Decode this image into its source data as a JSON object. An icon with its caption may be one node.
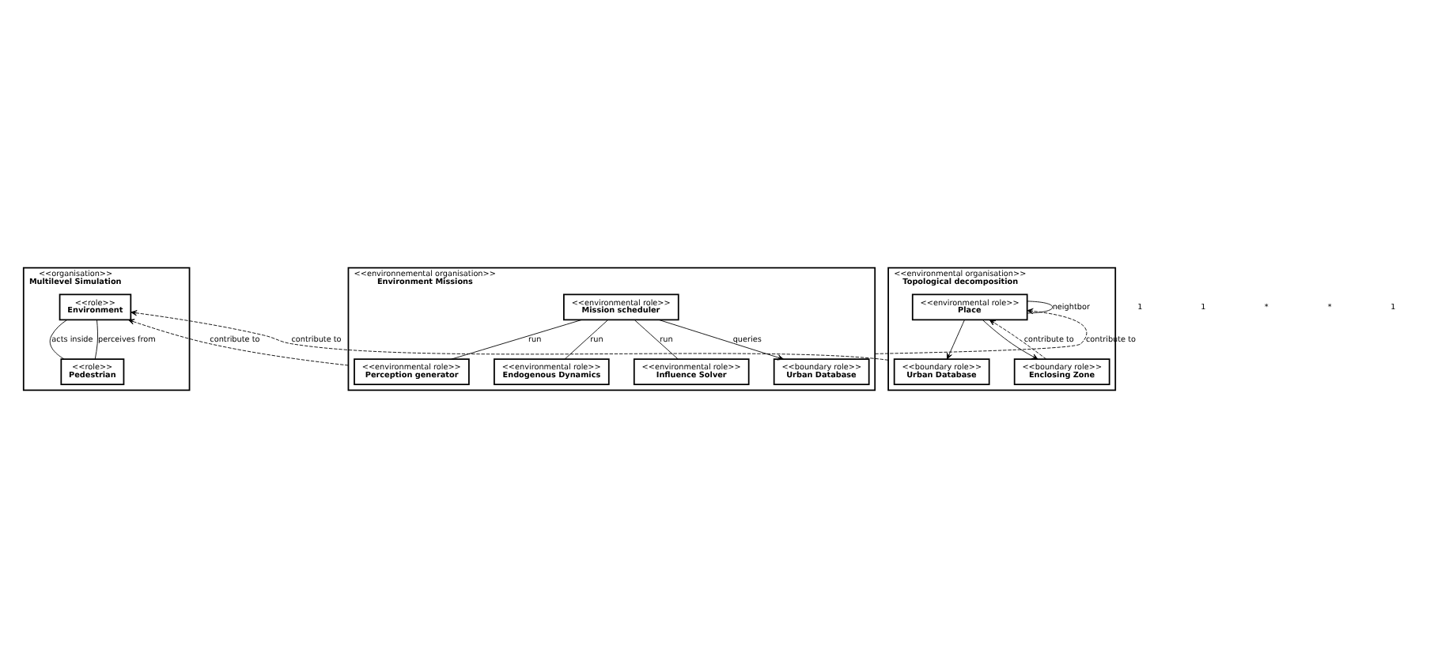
{
  "diagram": {
    "nodes": [
      {
        "text": [
          "<<organisation>>",
          "Multilevel Simulation"
        ]
      },
      {
        "text": [
          "<<role>>",
          "Environment"
        ],
        "in": 0
      },
      {
        "text": [
          "<<role>>",
          "Pedestrian"
        ],
        "in": 0
      },
      {
        "text": [
          "<<environnemental organisation>>",
          "Environment Missions"
        ]
      },
      {
        "text": [
          "<<environmental role>>",
          "Perception generator"
        ],
        "in": 3
      },
      {
        "text": [
          "<<environmental role>>",
          "Endogenous Dynamics"
        ],
        "in": 3
      },
      {
        "text": [
          "<<environmental role>>",
          "Mission scheduler"
        ],
        "in": 3
      },
      {
        "text": [
          "<<environmental role>>",
          "Influence Solver"
        ],
        "in": 3
      },
      {
        "text": [
          "<<boundary role>>",
          "Urban Database"
        ],
        "in": 3
      },
      {
        "text": [
          "<<environmental organisation>>",
          "Topological decomposition"
        ]
      },
      {
        "text": [
          "<<boundary role>>",
          "Urban Database"
        ],
        "in": 9
      },
      {
        "text": [
          "<<environmental role>>",
          "Place"
        ],
        "in": 9
      },
      {
        "text": [
          "<<boundary role>>",
          "Enclosing Zone"
        ],
        "in": 9
      }
    ],
    "edges": [
      {
        "from": 1,
        "to": 2,
        "arrow": "none",
        "label": "acts inside"
      },
      {
        "from": 1,
        "to": 2,
        "arrow": "none",
        "label": "perceives from"
      },
      {
        "from": 6,
        "to": 4,
        "arrow": "none",
        "label": "run"
      },
      {
        "from": 6,
        "to": 5,
        "arrow": "none",
        "label": "run"
      },
      {
        "from": 6,
        "to": 7,
        "arrow": "none",
        "label": "run"
      },
      {
        "from": 6,
        "to": 8,
        "arrow": "to",
        "label": "queries"
      },
      {
        "from": 11,
        "to": 10,
        "arrow": "to"
      },
      {
        "from": 11,
        "to": 12,
        "arrow": "to"
      },
      {
        "from": 11,
        "to": 11,
        "arrow": "none",
        "label": "neightbor"
      },
      {
        "from": 9,
        "to": 1,
        "arrow": "to",
        "style": "dashed",
        "label": "contribute to"
      },
      {
        "from": 3,
        "to": 1,
        "arrow": "to",
        "style": "dashed",
        "label": "contribute to"
      },
      {
        "from": 9,
        "to": 11,
        "arrow": "to",
        "style": "dashed",
        "label": "contribute to"
      },
      {
        "from": 3,
        "to": 11,
        "arrow": "to",
        "style": "dashed",
        "label": "contribute to"
      }
    ],
    "labels": [
      "1",
      "1",
      "*",
      "*",
      "1"
    ]
  }
}
